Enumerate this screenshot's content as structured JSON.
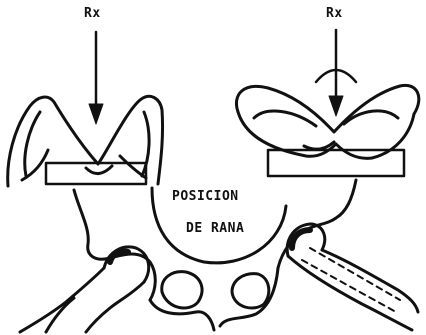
{
  "labels": {
    "rx_left": "Rx",
    "rx_right": "Rx",
    "caption_line1": "POSICION",
    "caption_line2": "DE RANA"
  },
  "colors": {
    "ink": "#111111",
    "paper": "#ffffff"
  }
}
